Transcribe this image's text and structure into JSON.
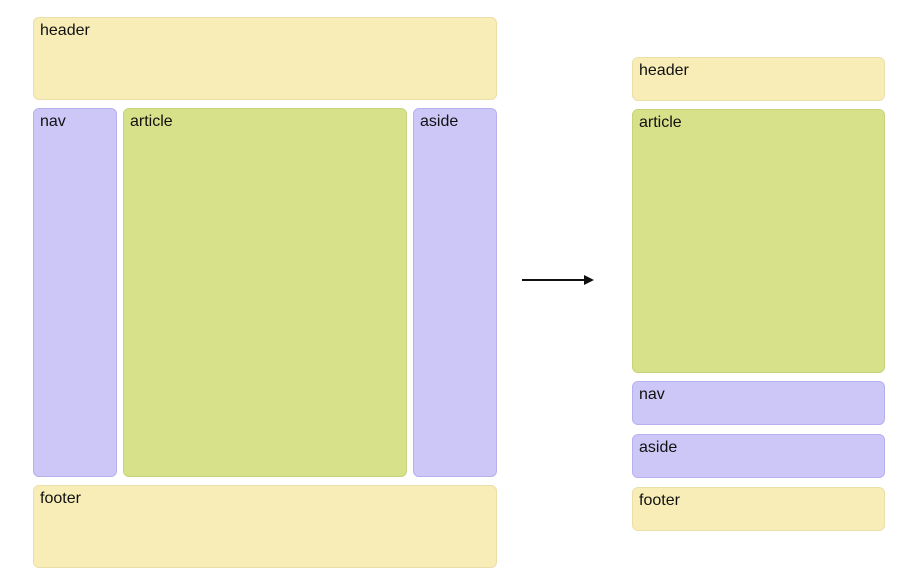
{
  "left_layout": {
    "header": "header",
    "nav": "nav",
    "article": "article",
    "aside": "aside",
    "footer": "footer"
  },
  "right_layout": {
    "header": "header",
    "article": "article",
    "nav": "nav",
    "aside": "aside",
    "footer": "footer"
  },
  "colors": {
    "header_footer": "#F8EDB7",
    "article": "#D7E189",
    "nav_aside": "#CDC7F8",
    "arrow": "#111111"
  },
  "icons": {
    "arrow": "right-arrow-icon"
  }
}
